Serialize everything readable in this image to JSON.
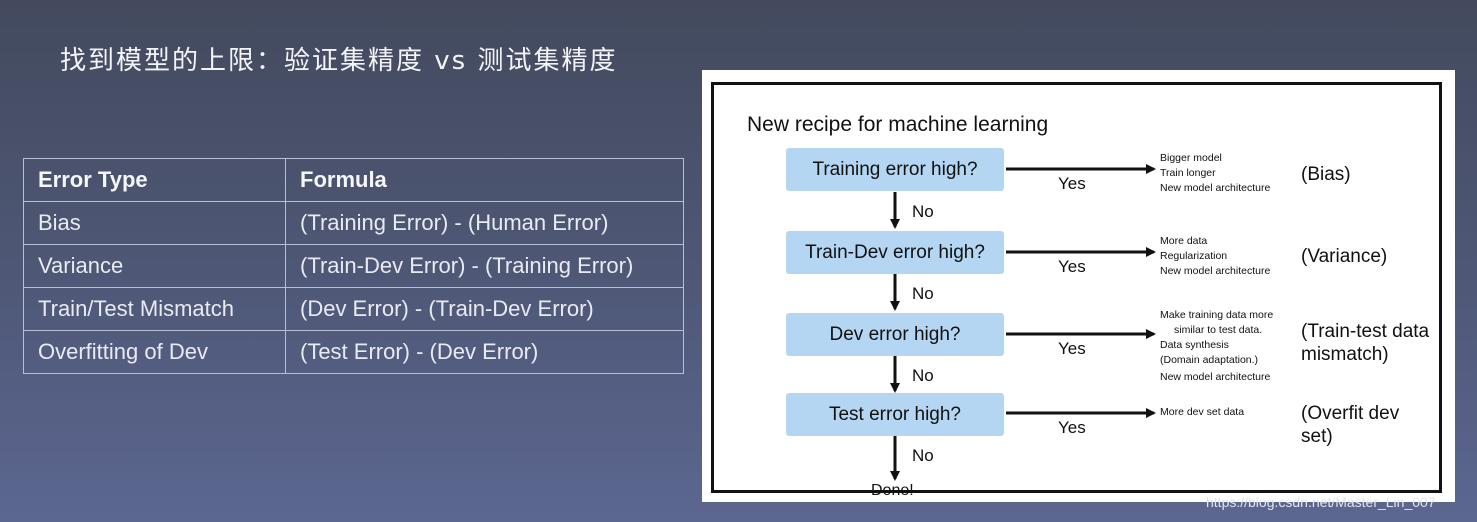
{
  "title": "找到模型的上限：验证集精度 vs 测试集精度",
  "table": {
    "headers": [
      "Error Type",
      "Formula"
    ],
    "rows": [
      [
        "Bias",
        "(Training Error) - (Human Error)"
      ],
      [
        "Variance",
        "(Train-Dev Error) - (Training Error)"
      ],
      [
        "Train/Test Mismatch",
        "(Dev Error) - (Train-Dev Error)"
      ],
      [
        "Overfitting of Dev",
        "(Test Error) - (Dev Error)"
      ]
    ]
  },
  "recipe": {
    "title": "New recipe for machine learning",
    "yes_label": "Yes",
    "no_label": "No",
    "done_label": "Done!",
    "steps": [
      {
        "question": "Training error high?",
        "actions": [
          "Bigger model",
          "Train longer",
          "New model architecture"
        ],
        "result": "(Bias)"
      },
      {
        "question": "Train-Dev error high?",
        "actions": [
          "More data",
          "Regularization",
          "New model architecture"
        ],
        "result": "(Variance)"
      },
      {
        "question": "Dev error high?",
        "actions": [
          "Make training data more",
          "similar to test data.",
          "Data synthesis",
          "(Domain adaptation.)",
          "New model architecture"
        ],
        "result": "(Train-test data\nmismatch)"
      },
      {
        "question": "Test error high?",
        "actions": [
          "More dev set data"
        ],
        "result": "(Overfit dev\nset)"
      }
    ]
  },
  "watermark": "https://blog.csdn.net/Master_Lin_007"
}
